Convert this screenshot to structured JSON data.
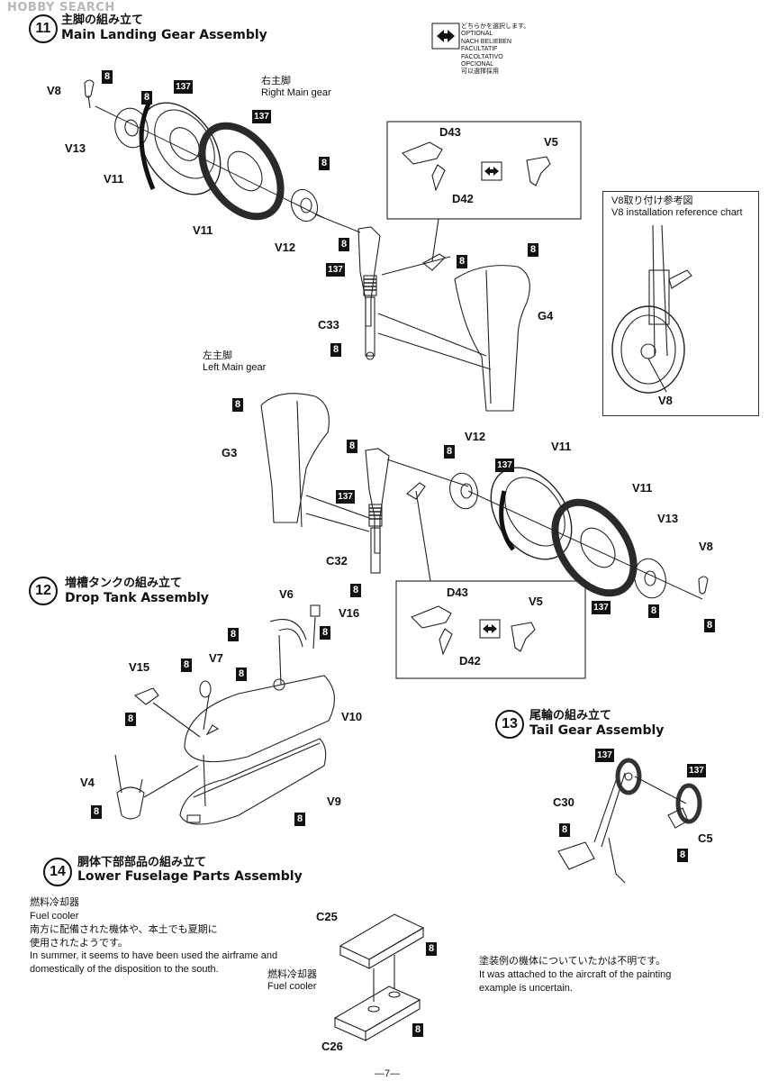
{
  "watermark": "HOBBY SEARCH",
  "legend": {
    "lines": [
      "どちらかを選択します。",
      "OPTIONAL",
      "NACH BELIEBEN",
      "FACULTATIF",
      "FACOLTATIVO",
      "OPCIONAL",
      "可以選擇採用"
    ]
  },
  "steps": [
    {
      "number": "11",
      "jp": "主脚の組み立て",
      "en": "Main Landing Gear Assembly"
    },
    {
      "number": "12",
      "jp": "増槽タンクの組み立て",
      "en": "Drop Tank Assembly"
    },
    {
      "number": "13",
      "jp": "尾輪の組み立て",
      "en": "Tail Gear Assembly"
    },
    {
      "number": "14",
      "jp": "胴体下部部品の組み立て",
      "en": "Lower Fuselage Parts Assembly"
    }
  ],
  "captions": {
    "right_main_jp": "右主脚",
    "right_main_en": "Right Main gear",
    "left_main_jp": "左主脚",
    "left_main_en": "Left Main gear",
    "ref_jp": "V8取り付け参考図",
    "ref_en": "V8 installation reference chart",
    "fuel_cooler_jp": "燃料冷却器",
    "fuel_cooler_en": "Fuel cooler",
    "fuel_note_jp_1": "南方に配備された機体や、本土でも夏期に",
    "fuel_note_jp_2": "使用されたようです。",
    "fuel_note_en_1": "In summer, it seems to have been used the airframe and",
    "fuel_note_en_2": "domestically of the disposition to the south.",
    "fuel_cooler2_jp": "燃料冷却器",
    "fuel_cooler2_en": "Fuel cooler",
    "paint_note_jp": "塗装例の機体についていたかは不明です。",
    "paint_note_en_1": "It was attached to the aircraft of the painting",
    "paint_note_en_2": "example is uncertain."
  },
  "parts": {
    "V8": "V8",
    "V13": "V13",
    "V11": "V11",
    "V12": "V12",
    "C33": "C33",
    "G4": "G4",
    "D43": "D43",
    "D42": "D42",
    "V5": "V5",
    "G3": "G3",
    "C32": "C32",
    "V6": "V6",
    "V16": "V16",
    "V15": "V15",
    "V7": "V7",
    "V10": "V10",
    "V4": "V4",
    "V9": "V9",
    "C30": "C30",
    "C5": "C5",
    "C25": "C25",
    "C26": "C26"
  },
  "paint_codes": {
    "c8": "8",
    "c137": "137"
  },
  "page_number": "—7—"
}
